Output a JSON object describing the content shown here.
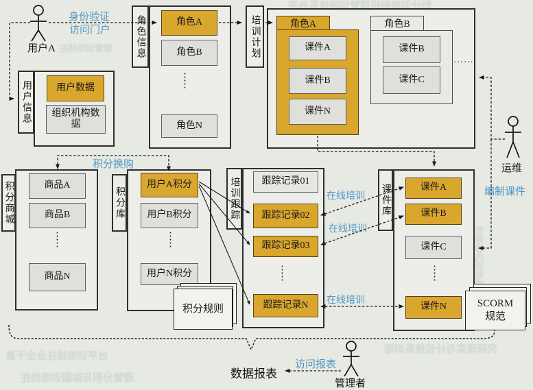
{
  "actors": {
    "user_a": "用户A",
    "ops": "运维",
    "manager": "管理者"
  },
  "connectors": {
    "auth1": "身份验证",
    "auth2": "访问门户",
    "points_exchange": "积分换购",
    "online1": "在线培训",
    "online2": "在线培训",
    "online3": "在线培训",
    "compile": "编制课件",
    "visit_report": "访问报表",
    "data_report": "数据报表"
  },
  "groups": {
    "user_info": {
      "tab": "用户信息",
      "items": [
        "用户数据",
        "组织机构数据"
      ]
    },
    "role_info": {
      "tab": "角色信息",
      "items": [
        "角色A",
        "角色B",
        "角色N"
      ]
    },
    "training_plan": {
      "tab": "培训计划"
    },
    "role_a_folder": {
      "tab": "角色A",
      "items": [
        "课件A",
        "课件B",
        "课件N"
      ]
    },
    "role_b_folder": {
      "tab": "角色B",
      "items": [
        "课件B",
        "课件C"
      ]
    },
    "points_mall": {
      "tab": "积分商城",
      "items": [
        "商品A",
        "商品B",
        "商品N"
      ]
    },
    "points_bank": {
      "tab": "积分库",
      "items": [
        "用户A积分",
        "用户B积分",
        "用户N积分"
      ]
    },
    "training_track": {
      "tab": "培训跟踪",
      "items": [
        "跟踪记录01",
        "跟踪记录02",
        "跟踪记录03",
        "跟踪记录N"
      ]
    },
    "courseware_lib": {
      "tab": "课件库",
      "items": [
        "课件A",
        "课件B",
        "课件C",
        "课件N"
      ]
    }
  },
  "documents": {
    "points_rules": "积分规则",
    "scorm_line1": "SCORM",
    "scorm_line2": "规范"
  },
  "ellipsis": {
    "v": "⋮\n⋮",
    "h": "……"
  },
  "colors": {
    "highlight": "#d9a62e",
    "plain": "#dfdfdb",
    "accent_text": "#4e97c6"
  },
  "ghost_lines": [
    "划计训培织组理管训培统系台平",
    "理管训培线在",
    "究研现实与计设统系训培",
    "台平训培线在业企于基",
    "理管分积与踪跟训培线在",
    "范规容内训培统系"
  ]
}
